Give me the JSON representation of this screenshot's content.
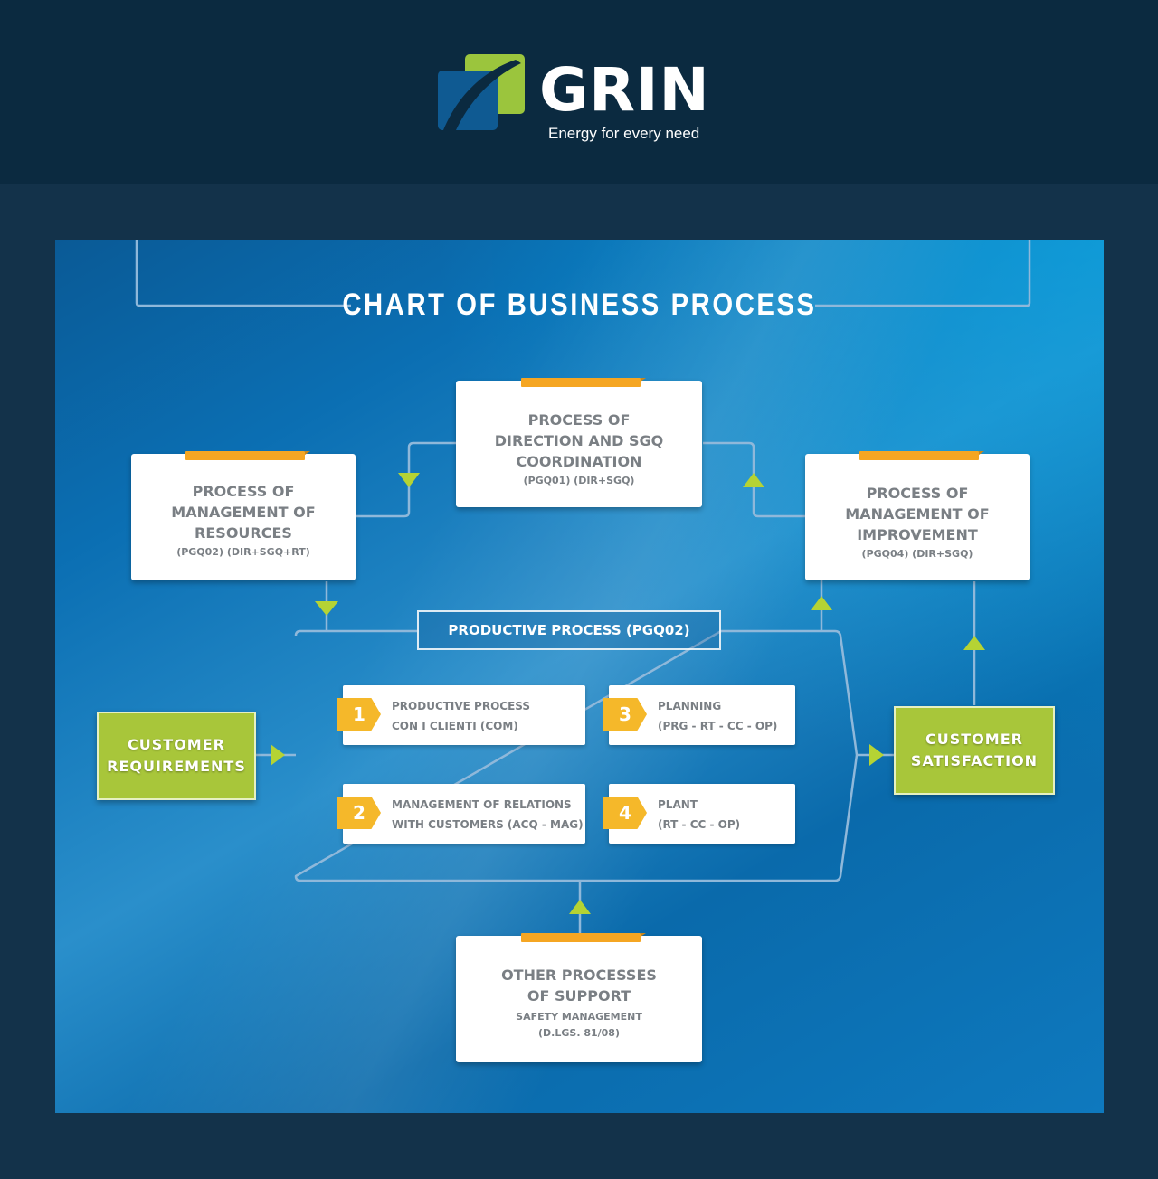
{
  "brand": {
    "name": "GRIN",
    "tagline": "Energy for every need",
    "colors": {
      "blue": "#0f5a92",
      "green": "#9bc53d",
      "header_bg": "#0b2a40"
    }
  },
  "chart": {
    "title": "CHART OF BUSINESS PROCESS",
    "direction": {
      "title_lines": [
        "PROCESS OF",
        "DIRECTION AND SGQ",
        "COORDINATION"
      ],
      "code": "(PGQ01) (DIR+SGQ)"
    },
    "resources": {
      "title_lines": [
        "PROCESS OF",
        "MANAGEMENT OF",
        "RESOURCES"
      ],
      "code": "(PGQ02) (DIR+SGQ+RT)"
    },
    "improvement": {
      "title_lines": [
        "PROCESS OF",
        "MANAGEMENT OF",
        "IMPROVEMENT"
      ],
      "code": "(PGQ04) (DIR+SGQ)"
    },
    "productive": {
      "label": "PRODUCTIVE PROCESS  (PGQ02)",
      "steps": [
        {
          "number": "1",
          "lines": [
            "PRODUCTIVE PROCESS",
            "CON I CLIENTI  (COM)"
          ]
        },
        {
          "number": "2",
          "lines": [
            "MANAGEMENT OF RELATIONS",
            "WITH CUSTOMERS (ACQ - MAG)"
          ]
        },
        {
          "number": "3",
          "lines": [
            "PLANNING",
            "(PRG - RT - CC - OP)"
          ]
        },
        {
          "number": "4",
          "lines": [
            "PLANT",
            "(RT - CC - OP)"
          ]
        }
      ]
    },
    "customer_requirements": [
      "CUSTOMER",
      "REQUIREMENTS"
    ],
    "customer_satisfaction": [
      "CUSTOMER",
      "SATISFACTION"
    ],
    "support": {
      "title_lines": [
        "OTHER PROCESSES",
        "OF SUPPORT"
      ],
      "sub_lines": [
        "SAFETY MANAGEMENT",
        "(D.LGS. 81/08)"
      ]
    },
    "colors": {
      "accent_orange": "#f5a623",
      "arrow_green": "#b5d334",
      "box_text": "#7a7f84"
    }
  }
}
